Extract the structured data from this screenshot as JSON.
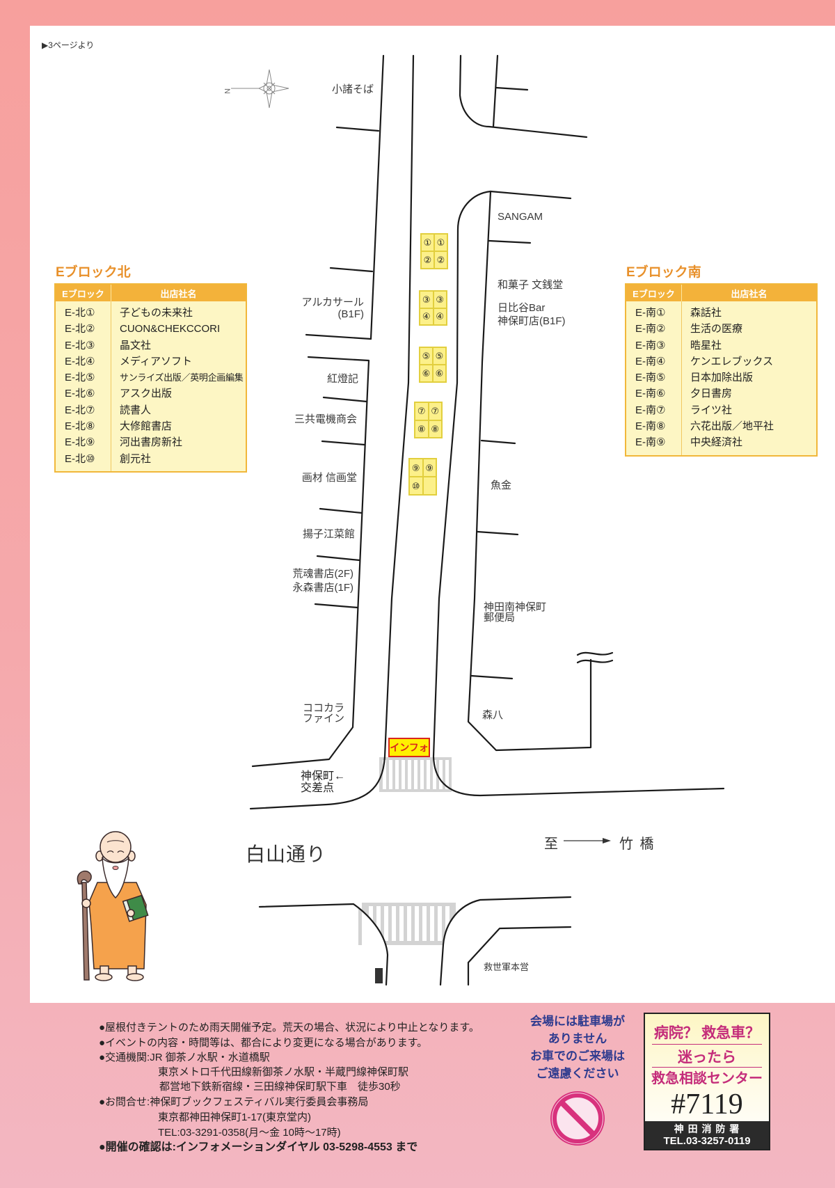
{
  "page": {
    "continued_from": "▶3ページより"
  },
  "compass": {
    "north_label": "N"
  },
  "map": {
    "labels": [
      "小諸そば",
      "SANGAM",
      "和菓子 文銭堂",
      "日比谷Bar",
      "神保町店(B1F)",
      "アルカサール",
      "(B1F)",
      "紅燈記",
      "三共電機商会",
      "画材 信画堂",
      "揚子江菜館",
      "荒魂書店(2F)",
      "永森書店(1F)",
      "魚金",
      "神田南神保町",
      "郵便局",
      "ココカラ",
      "ファイン",
      "森八",
      "救世軍本営"
    ],
    "booths": [
      [
        "①",
        "①",
        "②",
        "②"
      ],
      [
        "③",
        "③",
        "④",
        "④"
      ],
      [
        "⑤",
        "⑤",
        "⑥",
        "⑥"
      ],
      [
        "⑦",
        "⑦",
        "⑧",
        "⑧"
      ],
      [
        "⑨",
        "⑨",
        "⑩",
        ""
      ]
    ],
    "info_label": "インフォ",
    "intersection": {
      "line1": "神保町←",
      "line2": "交差点"
    },
    "street_name": "白山通り",
    "direction": {
      "to": "至",
      "destination": "竹 橋"
    }
  },
  "tables": {
    "north": {
      "title": "Eブロック北",
      "headers": [
        "Eブロック",
        "出店社名"
      ],
      "rows": [
        {
          "block": "E-北①",
          "name": "子どもの未来社"
        },
        {
          "block": "E-北②",
          "name": "CUON&CHEKCCORI"
        },
        {
          "block": "E-北③",
          "name": "晶文社"
        },
        {
          "block": "E-北④",
          "name": "メディアソフト"
        },
        {
          "block": "E-北⑤",
          "name": "サンライズ出版／英明企画編集"
        },
        {
          "block": "E-北⑥",
          "name": "アスク出版"
        },
        {
          "block": "E-北⑦",
          "name": "読書人"
        },
        {
          "block": "E-北⑧",
          "name": "大修館書店"
        },
        {
          "block": "E-北⑨",
          "name": "河出書房新社"
        },
        {
          "block": "E-北⑩",
          "name": "創元社"
        }
      ]
    },
    "south": {
      "title": "Eブロック南",
      "headers": [
        "Eブロック",
        "出店社名"
      ],
      "rows": [
        {
          "block": "E-南①",
          "name": "森話社"
        },
        {
          "block": "E-南②",
          "name": "生活の医療"
        },
        {
          "block": "E-南③",
          "name": "晧星社"
        },
        {
          "block": "E-南④",
          "name": "ケンエレブックス"
        },
        {
          "block": "E-南⑤",
          "name": "日本加除出版"
        },
        {
          "block": "E-南⑥",
          "name": "夕日書房"
        },
        {
          "block": "E-南⑦",
          "name": "ライツ社"
        },
        {
          "block": "E-南⑧",
          "name": "六花出版／地平社"
        },
        {
          "block": "E-南⑨",
          "name": "中央経済社"
        }
      ]
    }
  },
  "footer": {
    "notes": [
      "●屋根付きテントのため雨天開催予定。荒天の場合、状況により中止となります。",
      "●イベントの内容・時間等は、都合により変更になる場合があります。",
      "●交通機関:JR 御茶ノ水駅・水道橋駅",
      "東京メトロ千代田線新御茶ノ水駅・半蔵門線神保町駅",
      "都営地下鉄新宿線・三田線神保町駅下車　徒歩30秒",
      "●お問合せ:神保町ブックフェスティバル実行委員会事務局",
      "東京都神田神保町1-17(東京堂内)",
      "TEL:03-3291-0358(月～金 10時～17時)"
    ],
    "confirmation": "●開催の確認は:インフォメーションダイヤル 03-5298-4553 まで",
    "parking": {
      "lines": [
        "会場には駐車場が",
        "ありません",
        "お車でのご来場は",
        "ご遠慮ください"
      ]
    },
    "emergency": {
      "line1": "病院？ 救急車？",
      "line2": "迷ったら",
      "line3": "救急相談センター",
      "number": "#7119",
      "org": "神 田 消 防 署",
      "tel": "TEL.03-3257-0119"
    }
  },
  "colors": {
    "page_border_top": "#f7a09d",
    "page_border_bottom": "#f3b7c2",
    "table_header": "#f3b23a",
    "table_body": "#fdf6c4",
    "table_title": "#e8902a",
    "booth_fill": "#fcf08a",
    "info_fill": "#fff000",
    "info_border": "#d8261e",
    "parking_text": "#2e3b8f",
    "no_entry": "#d8327d",
    "emergency_text": "#c42c7a"
  }
}
